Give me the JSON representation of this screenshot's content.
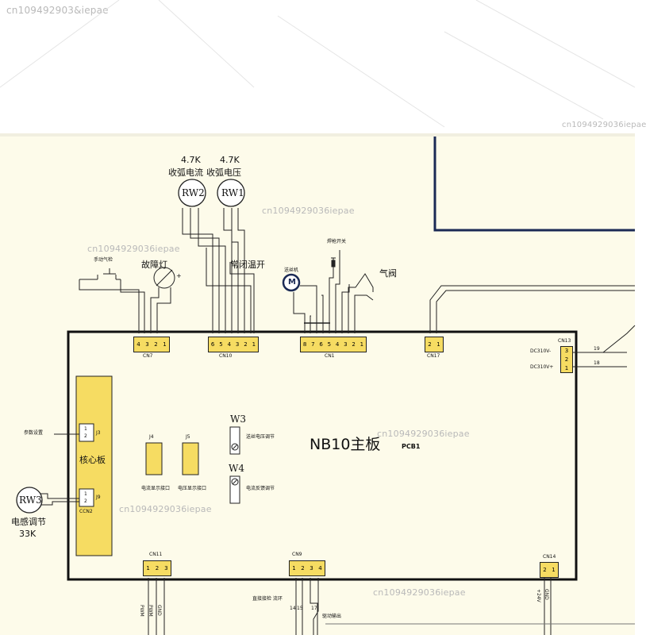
{
  "watermark": {
    "text": "cn1094929036iepae",
    "text_top_left": "cn109492903&iepae",
    "text_top_right": "cn1094929036iepae"
  },
  "board": {
    "title": "NB10主板",
    "ref": "PCB1",
    "core_label": "核心板"
  },
  "knobs": {
    "rw2": {
      "value": "4.7K",
      "function": "收弧电流",
      "id": "RW2"
    },
    "rw1": {
      "value": "4.7K",
      "function": "收弧电压",
      "id": "RW1"
    },
    "rw3": {
      "id": "RW3",
      "function": "电感调节",
      "value": "33K"
    }
  },
  "labels": {
    "fault_lamp": "故障灯",
    "normally_closed_switch": "常闭温开",
    "gas_valve": "气阀",
    "manual_gas_check": "手动气检",
    "motor": "送丝机",
    "torch_switch": "焊枪开关",
    "motor_symbol": "M",
    "param_setting": "参数设置",
    "current_display_port": "电流显示接口",
    "voltage_display_port": "电压显示接口",
    "w3_id": "W3",
    "w3_desc": "送丝电压调节",
    "w4_id": "W4",
    "w4_desc": "电流反馈调节",
    "direct_detect": "直接接检 流环",
    "drive_output": "驱动输出",
    "dc310_minus": "DC310V-",
    "dc310_plus": "DC310V+",
    "wire_19": "19",
    "wire_18": "18",
    "cn11_wires": [
      "PWM",
      "PWM",
      "GND"
    ],
    "cn9_wires": [
      "14",
      "15",
      "17"
    ],
    "cn14_wires": [
      "+24V",
      "GND"
    ],
    "plus_mark": "+"
  },
  "connectors": {
    "cn7": {
      "name": "CN7",
      "pins": [
        "4",
        "3",
        "2",
        "1"
      ]
    },
    "cn10": {
      "name": "CN10",
      "pins": [
        "6",
        "5",
        "4",
        "3",
        "2",
        "1"
      ]
    },
    "cn1": {
      "name": "CN1",
      "pins": [
        "8",
        "7",
        "6",
        "5",
        "4",
        "3",
        "2",
        "1"
      ]
    },
    "cn17": {
      "name": "CN17",
      "pins": [
        "2",
        "1"
      ]
    },
    "cn13": {
      "name": "CN13",
      "pins": [
        "3",
        "2",
        "1"
      ]
    },
    "j3": {
      "name": "J3",
      "pins": [
        "1",
        "2"
      ]
    },
    "j9": {
      "name": "J9",
      "pins": [
        "1",
        "2"
      ]
    },
    "ccn2": {
      "name": "CCN2"
    },
    "j4": {
      "name": "J4"
    },
    "j5": {
      "name": "J5"
    },
    "cn11": {
      "name": "CN11",
      "pins": [
        "1",
        "2",
        "3"
      ]
    },
    "cn9": {
      "name": "CN9",
      "pins": [
        "1",
        "2",
        "3",
        "4"
      ]
    },
    "cn14": {
      "name": "CN14",
      "pins": [
        "2",
        "1"
      ]
    }
  },
  "colors": {
    "background_top": "#ffffff",
    "paper": "#fdfbea",
    "pcb_outline": "#111111",
    "connector_fill": "#f6dc62",
    "core_fill": "#f6dc62",
    "navy_outline": "#1b2a55"
  }
}
